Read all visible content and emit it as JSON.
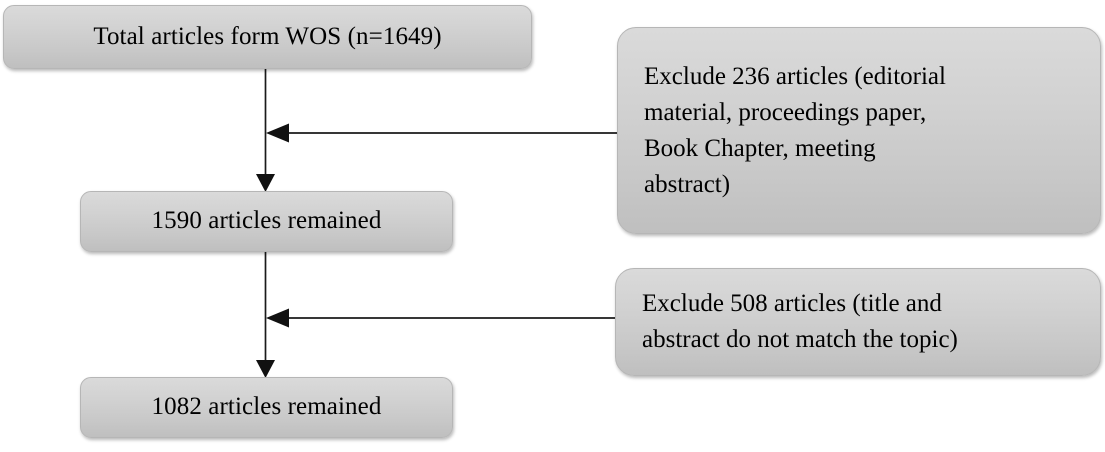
{
  "diagram": {
    "title": "Article screening flowchart",
    "type": "flowchart",
    "colors": {
      "box_fill_top": "#dadada",
      "box_fill_bottom": "#bfbfbf",
      "box_border": "#b6b6b6",
      "text": "#000000",
      "connector": "#1a1a1a",
      "background": "#ffffff"
    },
    "nodes": {
      "total_articles": "Total articles form WOS (n=1649)",
      "remained_1590": "1590 articles remained",
      "remained_1082": "1082 articles remained",
      "exclude_236": "Exclude 236 articles (editorial\nmaterial, proceedings  paper,\nBook Chapter, meeting\nabstract)",
      "exclude_508": "Exclude 508 articles (title and\nabstract do not match the topic)"
    },
    "connectors": [
      {
        "id": "total-to-1590",
        "direction": "down",
        "from": "total_articles",
        "to": "remained_1590"
      },
      {
        "id": "exclude236-to-flow",
        "direction": "left",
        "from": "exclude_236",
        "to": "total-to-1590"
      },
      {
        "id": "1590-to-1082",
        "direction": "down",
        "from": "remained_1590",
        "to": "remained_1082"
      },
      {
        "id": "exclude508-to-flow",
        "direction": "left",
        "from": "exclude_508",
        "to": "1590-to-1082"
      }
    ]
  }
}
